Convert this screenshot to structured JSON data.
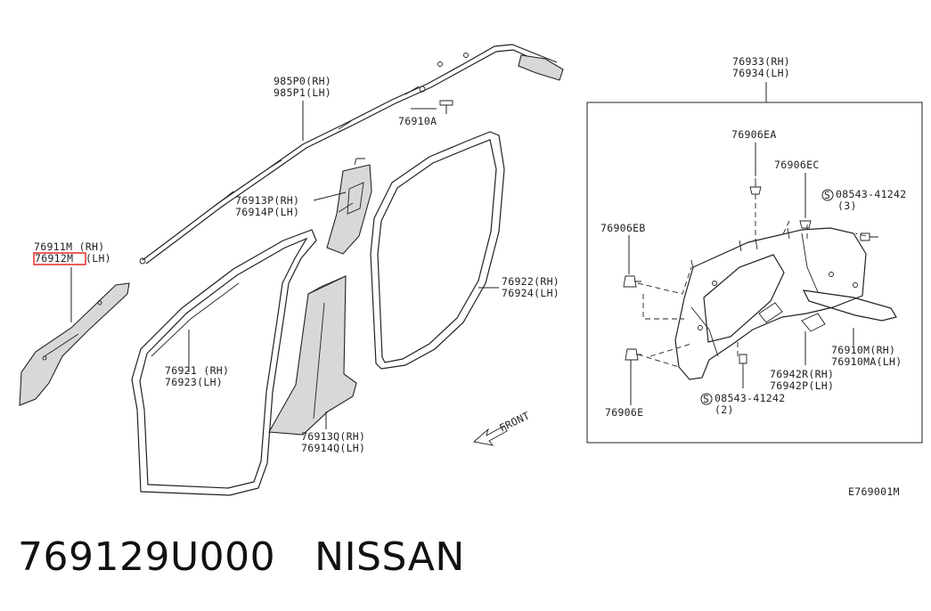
{
  "caption": {
    "part_number": "769129U000",
    "brand": "NISSAN"
  },
  "diagram_code": "E769001M",
  "front_label": "FRONT",
  "labels": {
    "p985p0": "985P0(RH)",
    "p985p1": "985P1(LH)",
    "p76910a": "76910A",
    "p76913p": "76913P(RH)",
    "p76914p": "76914P(LH)",
    "p76911m": "76911M (RH)",
    "p76912m": "76912M",
    "p76912m_side": "(LH)",
    "p76922": "76922(RH)",
    "p76924": "76924(LH)",
    "p76921": "76921 (RH)",
    "p76923": "76923(LH)",
    "p76913q": "76913Q(RH)",
    "p76914q": "76914Q(LH)",
    "p76933": "76933(RH)",
    "p76934": "76934(LH)",
    "p76906ea": "76906EA",
    "p76906ec": "76906EC",
    "p08543_3": "08543-41242",
    "p08543_3q": "(3)",
    "p76906eb": "76906EB",
    "p76910m": "76910M(RH)",
    "p76910ma": "76910MA(LH)",
    "p76942r": "76942R(RH)",
    "p76942p": "76942P(LH)",
    "p08543_2": "08543-41242",
    "p08543_2q": "(2)",
    "p76906e": "76906E",
    "screw_symbol": "S"
  },
  "highlight_color": "#e53935"
}
